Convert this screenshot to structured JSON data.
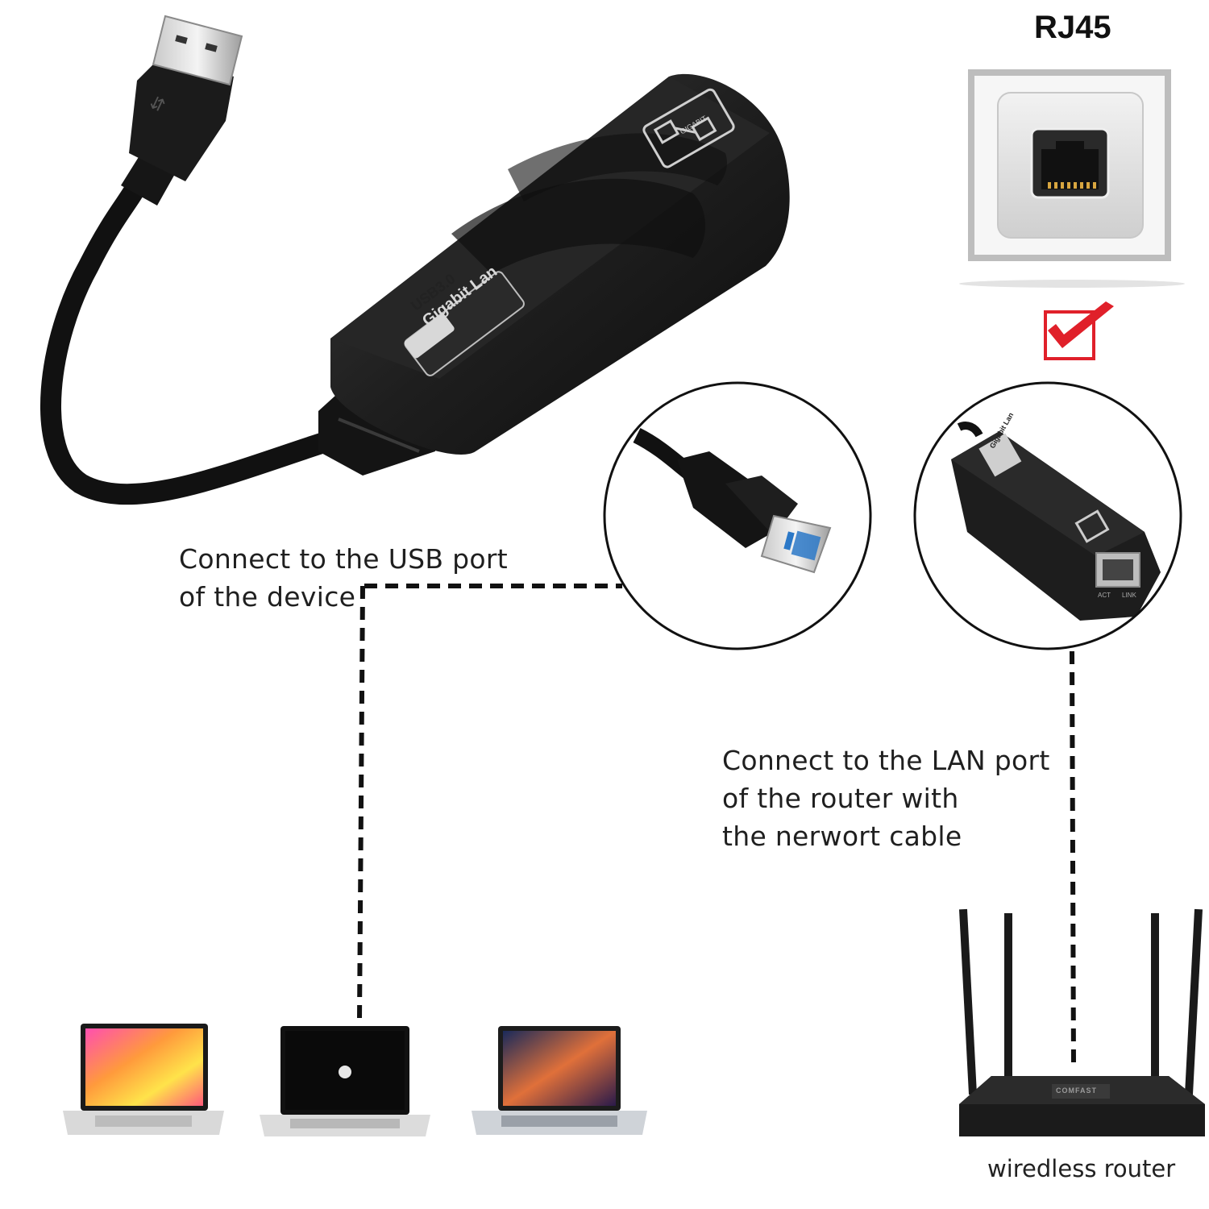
{
  "header": {
    "rj45_title": "RJ45"
  },
  "adapter": {
    "label_line1": "USB3.0",
    "label_line2": "Gigabit Lan",
    "gigabit_badge": "GIGABIT"
  },
  "callouts": {
    "usb_caption": "Connect to the USB port\nof the device",
    "lan_caption": "Connect to the LAN port\nof the router with\nthe nerwort cable",
    "router_caption": "wiredless router"
  },
  "zoom_lan": {
    "label": "Gigabit Lan",
    "led_left": "ACT",
    "led_right": "LINK"
  },
  "devices": [
    "laptop-colorful",
    "laptop-apple",
    "laptop-gradient"
  ],
  "router": {
    "brand": "COMFAST"
  },
  "colors": {
    "check_red": "#e0202a",
    "adapter_black": "#1b1b1b",
    "usb_blue": "#2b78c7"
  }
}
